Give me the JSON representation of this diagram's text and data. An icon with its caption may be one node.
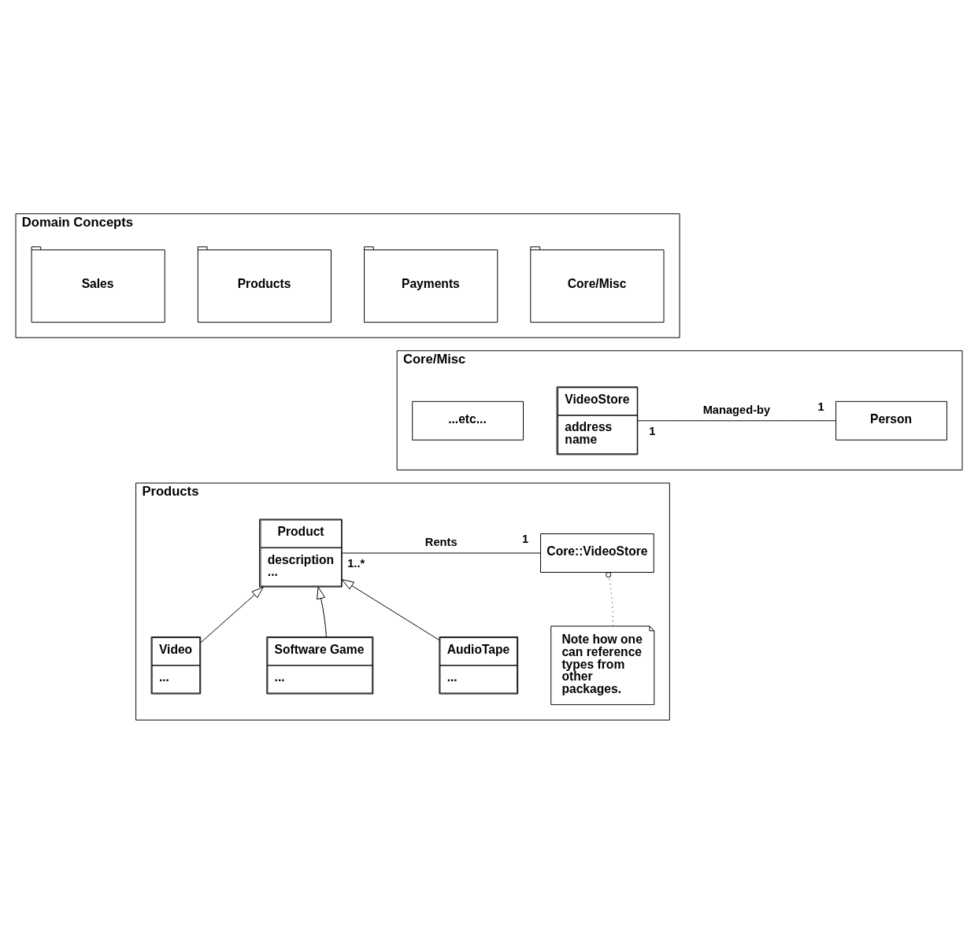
{
  "diagram": {
    "nodes": [
      {
        "text": [
          "Domain Concepts"
        ]
      },
      {
        "text": [
          "Core/Misc"
        ],
        "in": 0
      },
      {
        "text": [
          "Payments"
        ],
        "in": 0
      },
      {
        "text": [
          "Products"
        ],
        "in": 0
      },
      {
        "text": [
          "Sales"
        ],
        "in": 0
      },
      {
        "text": [
          "Core/Misc"
        ]
      },
      {
        "text": [
          "VideoStore",
          "address name"
        ],
        "in": 5
      },
      {
        "text": [
          "Person"
        ],
        "in": 5
      },
      {
        "text": [
          "...etc..."
        ],
        "in": 5
      },
      {
        "text": [
          "Products"
        ]
      },
      {
        "text": [
          "Core::VideoStore"
        ],
        "in": 9
      },
      {
        "text": [
          "Product",
          "description ..."
        ],
        "in": 9
      },
      {
        "text": [
          "Note how one can reference types from other packages."
        ],
        "in": 9
      },
      {
        "text": [
          "Video",
          "..."
        ],
        "in": 9
      },
      {
        "text": [
          "Software Game",
          "..."
        ],
        "in": 9
      },
      {
        "text": [
          "AudioTape",
          "..."
        ],
        "in": 9
      }
    ],
    "edges": [
      {
        "from": 6,
        "to": 7,
        "arrow": "none",
        "label": "Managed-by"
      },
      {
        "from": 10,
        "to": 11,
        "arrow": "none",
        "label": "Rents"
      },
      {
        "from": 12,
        "to": 10,
        "arrow": "other",
        "style": "dashed"
      },
      {
        "from": 13,
        "to": 11,
        "arrow": "to"
      },
      {
        "from": 14,
        "to": 11,
        "arrow": "to"
      },
      {
        "from": 15,
        "to": 11,
        "arrow": "to"
      }
    ],
    "labels": [
      "1",
      "1",
      "1",
      "1..*"
    ]
  }
}
